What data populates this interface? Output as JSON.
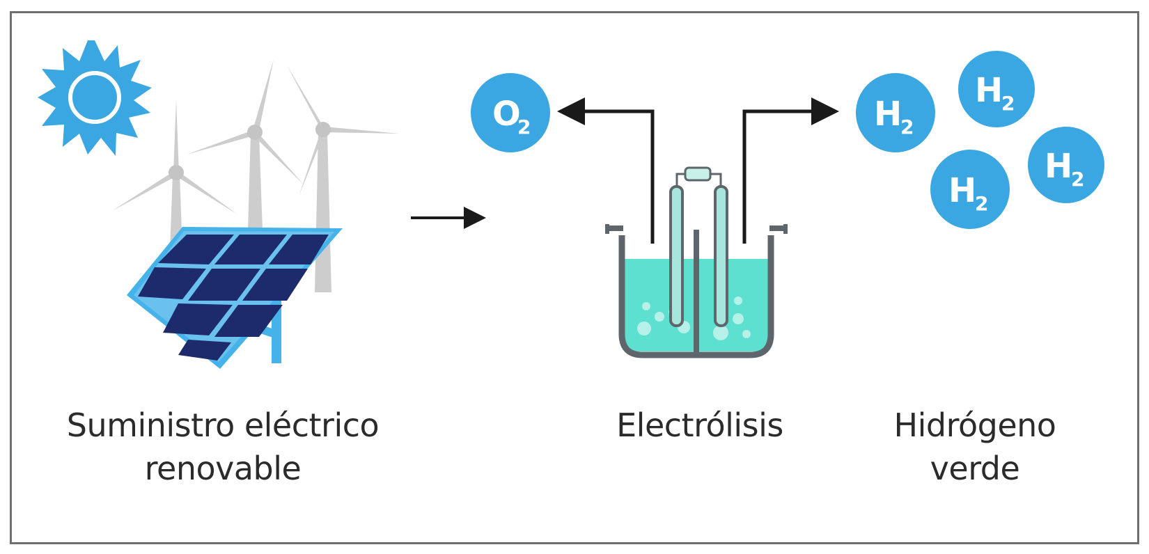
{
  "labels": {
    "supply_line1": "Suministro eléctrico",
    "supply_line2": "renovable",
    "electrolysis": "Electrólisis",
    "hydrogen_line1": "Hidrógeno",
    "hydrogen_line2": "verde"
  },
  "molecules": {
    "oxygen": {
      "symbol": "O",
      "subscript": "2"
    },
    "hydrogen": {
      "symbol": "H",
      "subscript": "2"
    }
  },
  "colors": {
    "molecule_blue": "#3aa7e2",
    "sun_blue": "#3aa7e2",
    "panel_frame": "#46b2ea",
    "panel_cell": "#1d2a6b",
    "turbine_gray": "#cfcfcf",
    "electrolyte": "#5de0cf",
    "beaker": "#5e656b",
    "arrow": "#1a1a1a"
  },
  "icons": [
    "sun-icon",
    "wind-turbine-icon",
    "solar-panel-icon",
    "electrolysis-beaker-icon",
    "oxygen-molecule-icon",
    "hydrogen-molecule-icon",
    "arrow-icon"
  ]
}
